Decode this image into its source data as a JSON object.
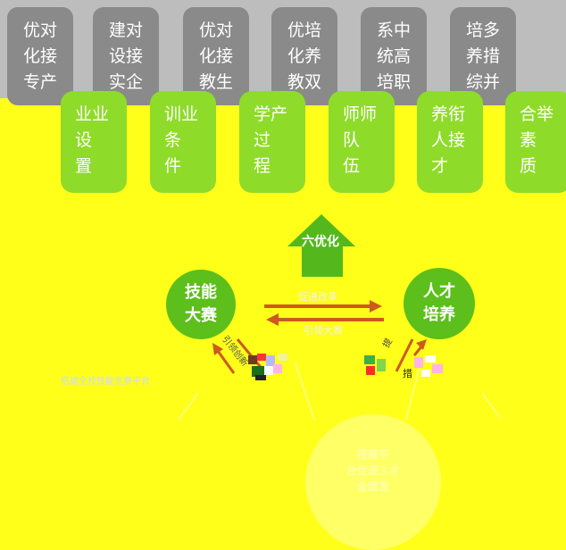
{
  "top_cards": [
    {
      "lines": [
        "优对",
        "化接",
        "专产"
      ]
    },
    {
      "lines": [
        "建对",
        "设接",
        "实企"
      ]
    },
    {
      "lines": [
        "优对",
        "化接",
        "教生"
      ]
    },
    {
      "lines": [
        "优培",
        "化养",
        "教双"
      ]
    },
    {
      "lines": [
        "系中",
        "统高",
        "培职"
      ]
    },
    {
      "lines": [
        "培多",
        "养措",
        "综并"
      ]
    }
  ],
  "lower_pills": [
    {
      "lines": [
        "业业",
        "设",
        "置"
      ]
    },
    {
      "lines": [
        "训业",
        "条",
        "件"
      ]
    },
    {
      "lines": [
        "学产",
        "过",
        "程"
      ]
    },
    {
      "lines": [
        "师师",
        "队",
        "伍"
      ]
    },
    {
      "lines": [
        "养衔",
        "人接",
        "才"
      ]
    },
    {
      "lines": [
        "合举",
        "素",
        "质"
      ]
    }
  ],
  "up_arrow_label": "六优化",
  "left_circle": {
    "line1": "技能",
    "line2": "大赛"
  },
  "right_circle": {
    "line1": "人才",
    "line2": "培养"
  },
  "edge_top_label": "促进改革",
  "edge_bottom_label": "引领大赛",
  "diag_left_label": "引领创新",
  "diag_right_label": "提",
  "left_faint_text": "搭建全校技能竞赛平台",
  "bottom_circle": {
    "line1": "搭建平",
    "line2": "台促进人才",
    "line3": "全面发"
  },
  "small_glyph": "措",
  "colors": {
    "background": "#ffff1a",
    "card_gray": "#8a8a8a",
    "pill_green": "#8fdb2a",
    "circle_green": "#5cbf1c",
    "arrow_red": "#cc5a1e",
    "up_arrow": "#54b81d"
  }
}
